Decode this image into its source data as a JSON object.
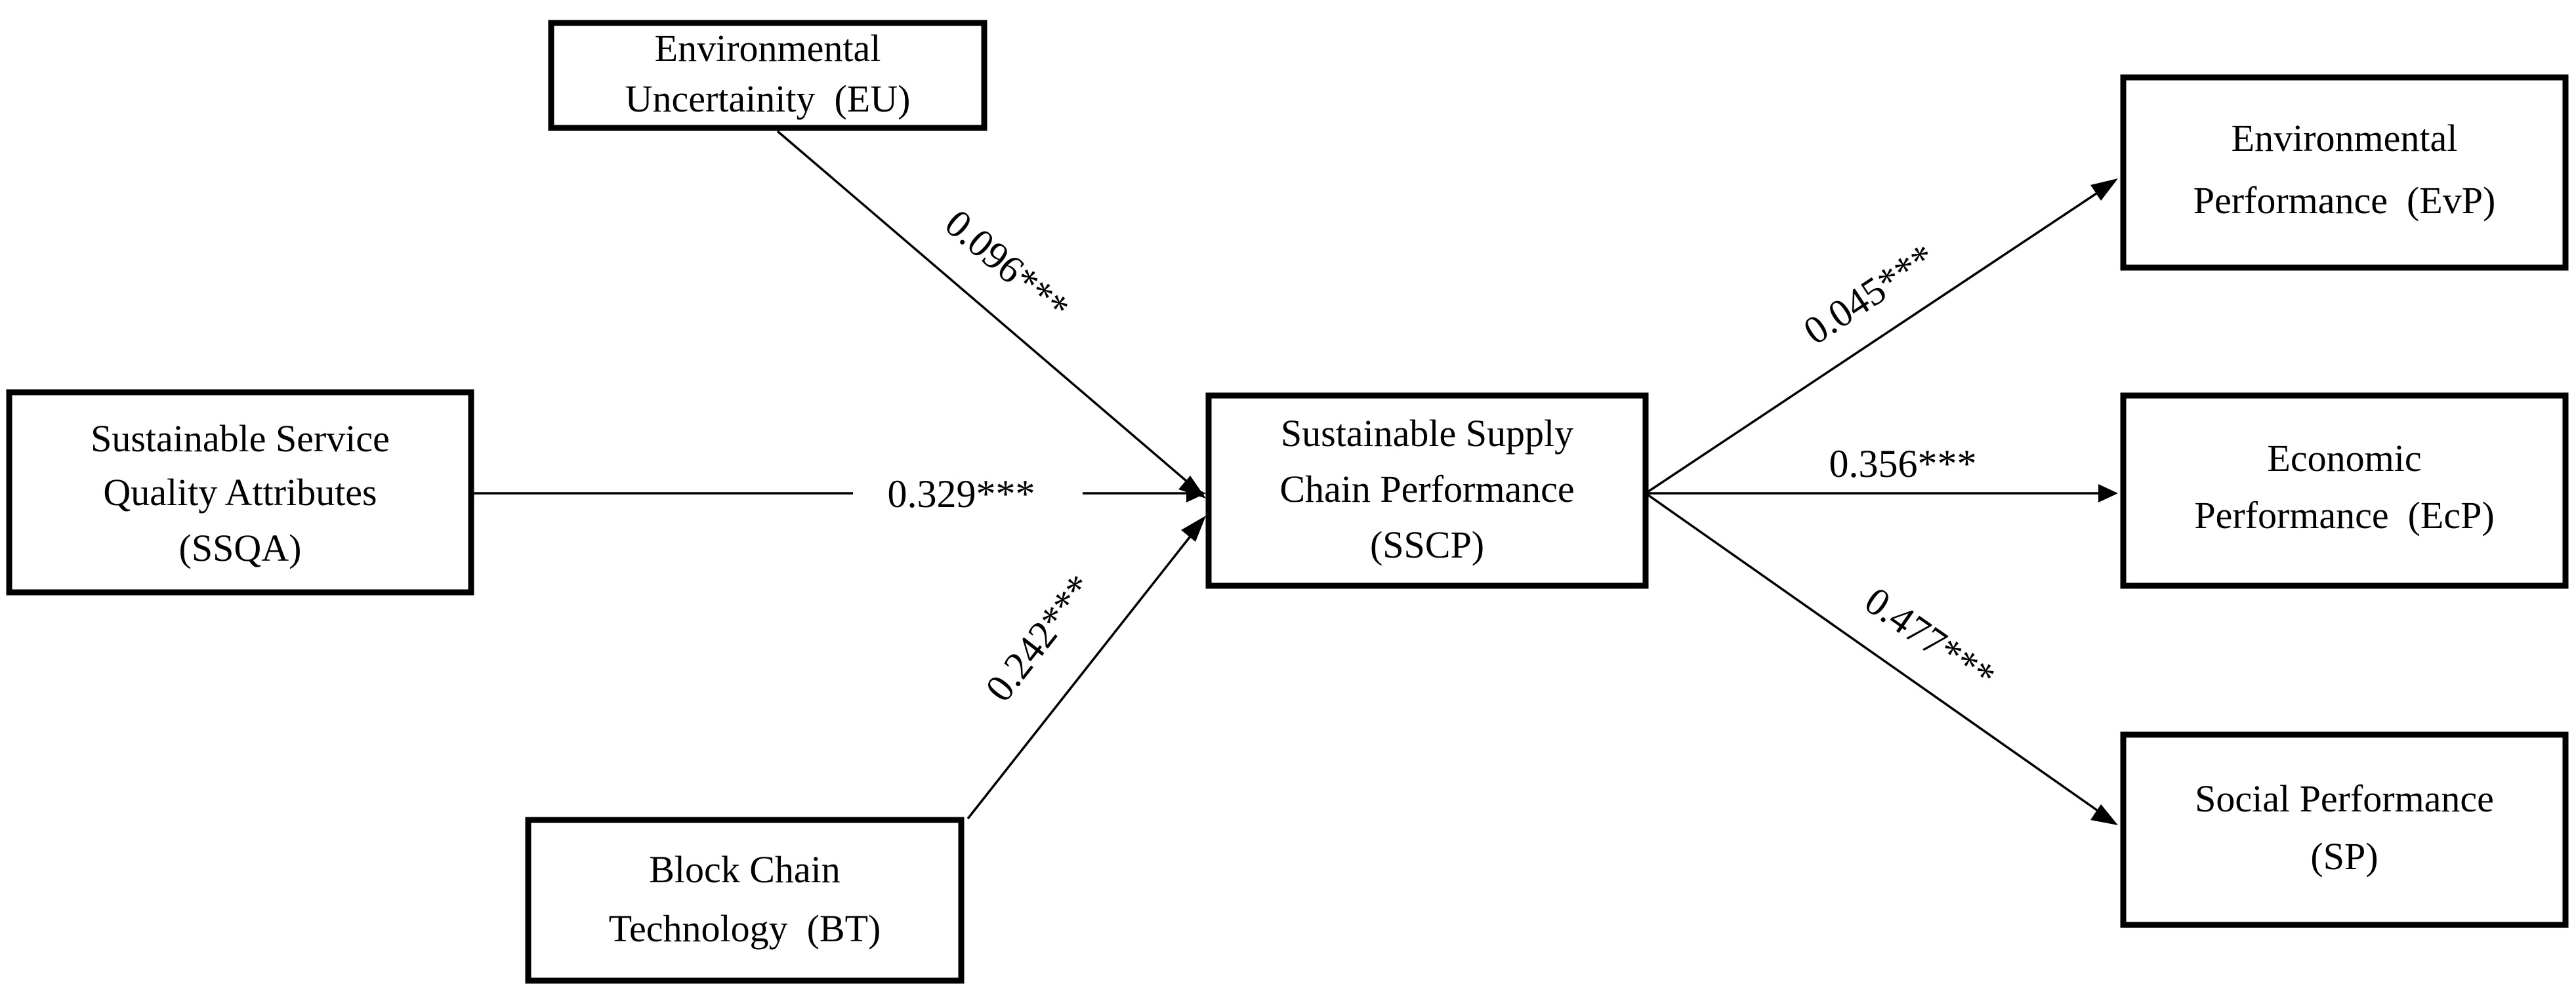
{
  "nodes": {
    "eu": {
      "lines": [
        "Environmental",
        "Uncertainity  (EU)"
      ]
    },
    "ssqa": {
      "lines": [
        "Sustainable Service",
        "Quality Attributes",
        "(SSQA)"
      ]
    },
    "bt": {
      "lines": [
        "Block Chain",
        "Technology  (BT)"
      ]
    },
    "sscp": {
      "lines": [
        "Sustainable Supply",
        "Chain Performance",
        "(SSCP)"
      ]
    },
    "evp": {
      "lines": [
        "Environmental",
        "Performance  (EvP)"
      ]
    },
    "ecp": {
      "lines": [
        "Economic",
        "Performance  (EcP)"
      ]
    },
    "sp": {
      "lines": [
        "Social Performance",
        "(SP)"
      ]
    }
  },
  "edges": {
    "eu_sscp": "0.096***",
    "ssqa_sscp": "0.329***",
    "bt_sscp": "0.242***",
    "sscp_evp": "0.045***",
    "sscp_ecp": "0.356***",
    "sscp_sp": "0.477***"
  }
}
